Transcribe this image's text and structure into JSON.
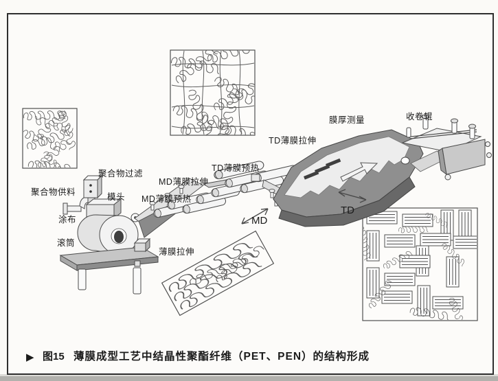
{
  "figure": {
    "caption_marker": "▶",
    "caption_number": "图15",
    "caption_text": "薄膜成型工艺中结晶性聚酯纤维（PET、PEN）的结构形成"
  },
  "labels": {
    "polymer_feed": "聚合物供料",
    "polymer_filter": "聚合物过滤",
    "die_head": "模头",
    "coating": "涂布",
    "casting_drum": "滚筒",
    "film_stretch": "薄膜拉伸",
    "md_film_preheat": "MD薄膜预热",
    "md_film_stretch": "MD薄膜拉伸",
    "td_film_preheat": "TD薄膜预热",
    "td_film_stretch": "TD薄膜拉伸",
    "film_thickness_measure": "膜厚测量",
    "winding_roller": "收卷辊",
    "md_direction": "MD",
    "td_direction": "TD"
  },
  "colors": {
    "paper": "#fcfbf9",
    "frame": "#2e2e2e",
    "ink": "#1b1b1b",
    "machine_light": "#f3f3f3",
    "machine_mid": "#c6c6c6",
    "machine_dark": "#8f8f8f",
    "tenter_shadow": "#686868",
    "film": "#ededed",
    "scan_edge": "#b2b1ad"
  }
}
